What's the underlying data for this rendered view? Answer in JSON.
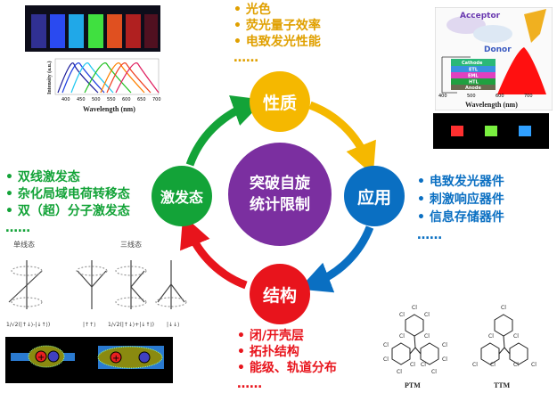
{
  "center": {
    "line1": "突破自旋",
    "line2": "统计限制"
  },
  "nodes": {
    "top": "性质",
    "right": "应用",
    "bottom": "结构",
    "left": "激发态"
  },
  "lists": {
    "properties": [
      "光色",
      "荧光量子效率",
      "电致发光性能"
    ],
    "applications": [
      "电致发光器件",
      "刺激响应器件",
      "信息存储器件"
    ],
    "excited_states": [
      "双线激发态",
      "杂化局域电荷转移态",
      "双（超）分子激发态"
    ],
    "structure": [
      "闭/开壳层",
      "拓扑结构",
      "能级、轨道分布"
    ],
    "ellipsis": "……"
  },
  "spectrum": {
    "ylabel": "Intensity (a.u.)",
    "xlabel": "Wavelength (nm)",
    "ticks": [
      "400",
      "450",
      "500",
      "550",
      "600",
      "650",
      "700"
    ]
  },
  "oled": {
    "acceptor": "Acceptor",
    "donor": "Donor",
    "layers": [
      "Cathode",
      "ETL",
      "EML",
      "HTL",
      "Anode"
    ],
    "xlabel": "Wavelength (nm)",
    "ticks": [
      "400",
      "500",
      "600",
      "700"
    ]
  },
  "spin": {
    "singlet": "单线态",
    "triplet": "三线态",
    "states": [
      "1/√2(|↑↓⟩-|↓↑⟩)",
      "|↑↑⟩",
      "1/√2(|↑↓⟩+|↓↑⟩)",
      "|↓↓⟩"
    ]
  },
  "molecules": {
    "ptm": "PTM",
    "ttm": "TTM",
    "atom": "Cl"
  },
  "colors": {
    "purple": "#7b2fa0",
    "yellow": "#f5b800",
    "blue": "#0a6fc2",
    "red": "#e8141c",
    "green": "#13a338",
    "orange_text": "#e0a000"
  }
}
